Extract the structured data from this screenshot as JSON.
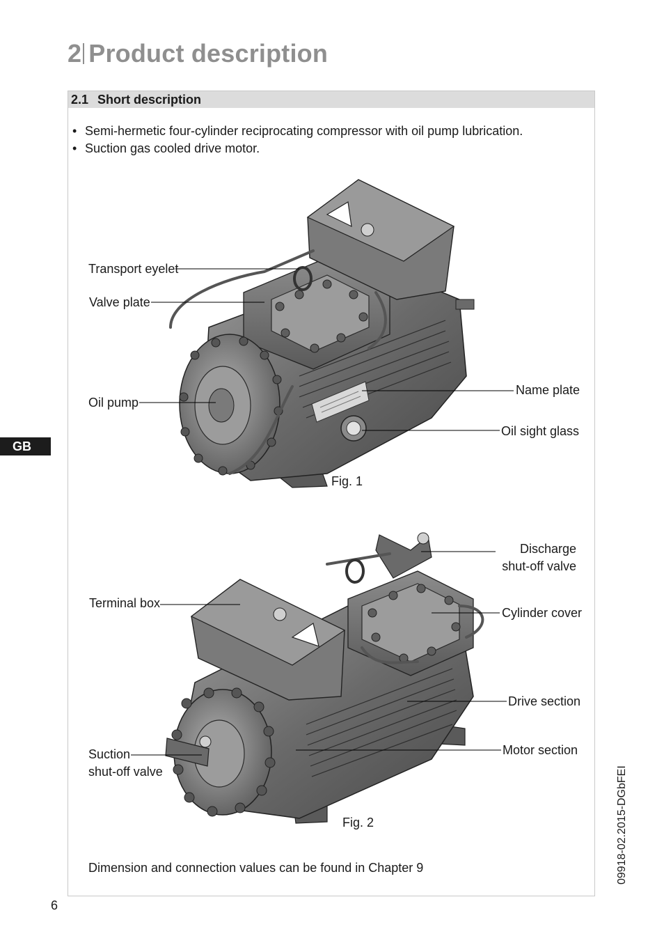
{
  "header": {
    "chapter_number": "2",
    "chapter_title": "Product description"
  },
  "section": {
    "number": "2.1",
    "title": "Short description"
  },
  "bullets": [
    "Semi-hermetic four-cylinder reciprocating compressor with oil pump lubrication.",
    "Suction gas cooled drive motor."
  ],
  "figure1": {
    "caption": "Fig. 1",
    "labels": {
      "transport_eyelet": "Transport eyelet",
      "valve_plate": "Valve plate",
      "oil_pump": "Oil pump",
      "name_plate": "Name plate",
      "oil_sight_glass": "Oil sight glass"
    }
  },
  "figure2": {
    "caption": "Fig. 2",
    "labels": {
      "discharge_1": "Discharge",
      "discharge_2": "shut-off valve",
      "terminal_box": "Terminal box",
      "cylinder_cover": "Cylinder cover",
      "drive_section": "Drive section",
      "motor_section": "Motor section",
      "suction_1": "Suction",
      "suction_2": "shut-off valve"
    }
  },
  "footnote": "Dimension and connection values can be found in Chapter 9",
  "footer": {
    "page_number": "6",
    "language_tab": "GB",
    "document_ref": "09918-02.2015-DGbFEI"
  },
  "colors": {
    "heading_gray": "#8f8f8f",
    "section_bar": "#dcdcdc",
    "frame_border": "#c8c8c8",
    "tab_black": "#1c1c1c"
  }
}
